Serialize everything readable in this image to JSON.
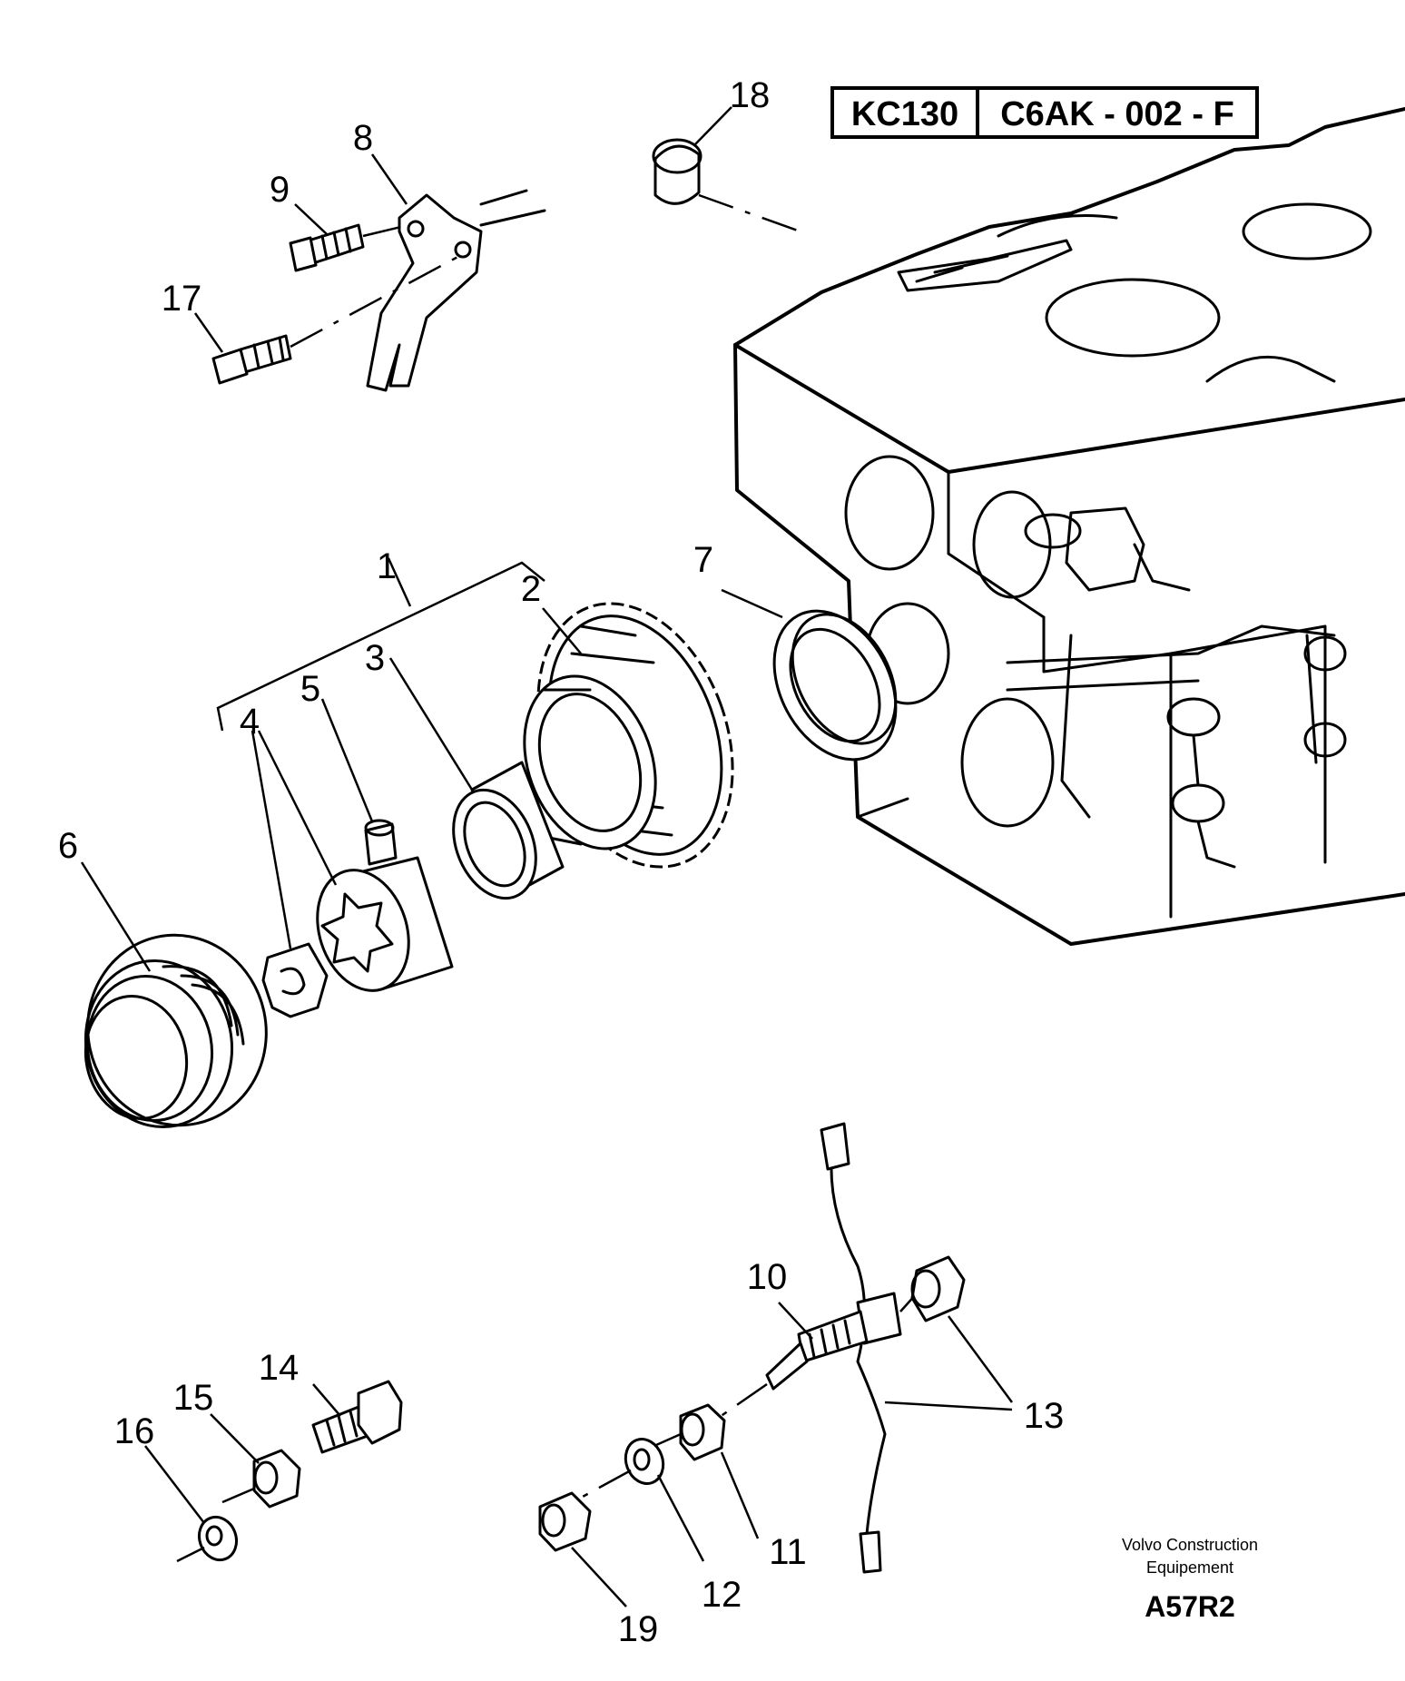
{
  "title_block": {
    "model": "KC130",
    "drawing_code": "C6AK - 002 - F"
  },
  "callouts": [
    "1",
    "2",
    "3",
    "4",
    "5",
    "6",
    "7",
    "8",
    "9",
    "10",
    "11",
    "12",
    "13",
    "14",
    "15",
    "16",
    "17",
    "18",
    "19"
  ],
  "footer": {
    "credit_line1": "Volvo Construction",
    "credit_line2": "Equipement",
    "figure_code": "A57R2"
  },
  "colors": {
    "ink": "#000000",
    "paper": "#ffffff"
  }
}
